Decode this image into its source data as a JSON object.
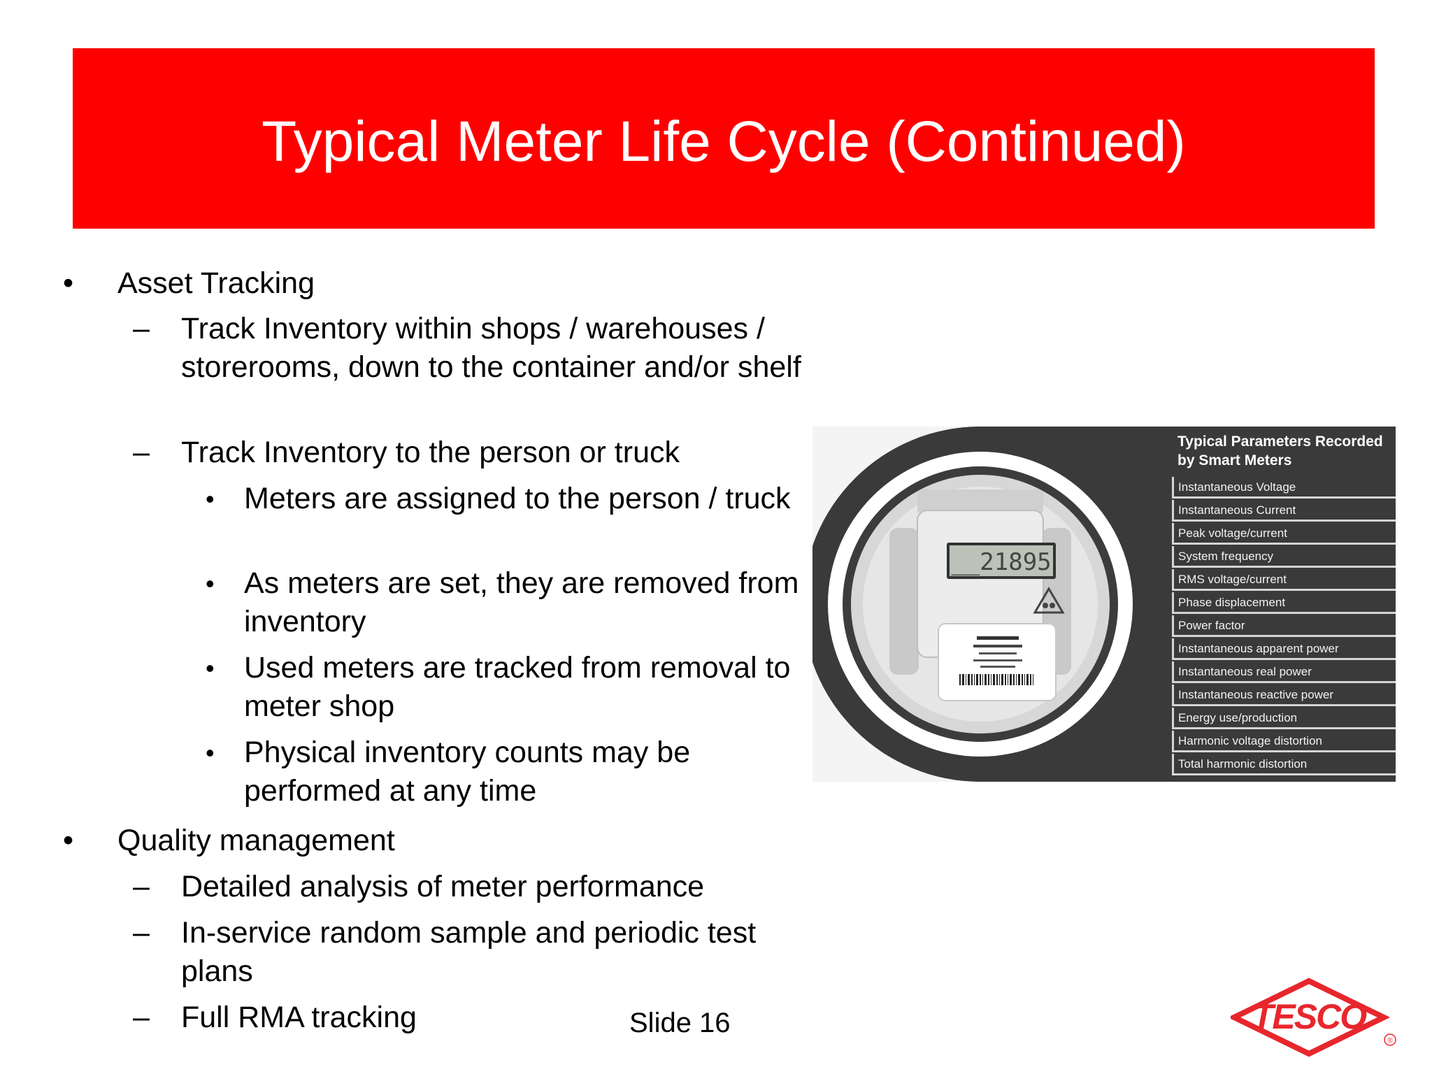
{
  "slide": {
    "title": "Typical Meter Life Cycle (Continued)",
    "slide_number": "Slide 16",
    "outline": [
      {
        "marker": "•",
        "text": "Asset Tracking",
        "level": 1
      },
      {
        "marker": "–",
        "text": "Track Inventory within shops / warehouses / storerooms, down to the container and/or shelf",
        "level": 2
      },
      {
        "marker": "–",
        "text": "Track Inventory to the person or truck",
        "level": 2
      },
      {
        "marker": "•",
        "text": "Meters are assigned to the person / truck",
        "level": 3
      },
      {
        "marker": "•",
        "text": "As meters are set, they are removed from inventory",
        "level": 3
      },
      {
        "marker": "•",
        "text": "Used meters are tracked from removal to meter shop",
        "level": 3
      },
      {
        "marker": "•",
        "text": "Physical inventory counts may be performed at any time",
        "level": 3
      },
      {
        "marker": "•",
        "text": "Quality management",
        "level": 1
      },
      {
        "marker": "–",
        "text": "Detailed analysis of meter performance",
        "level": 2
      },
      {
        "marker": "–",
        "text": "In-service random sample and periodic test plans",
        "level": 2
      },
      {
        "marker": "–",
        "text": "Full RMA tracking",
        "level": 2
      }
    ]
  },
  "meter_figure": {
    "display_reading": "__21895",
    "parameters_heading_line1": "Typical Parameters Recorded",
    "parameters_heading_line2": "by Smart Meters",
    "parameters": [
      "Instantaneous Voltage",
      "Instantaneous Current",
      "Peak voltage/current",
      "System frequency",
      "RMS voltage/current",
      "Phase displacement",
      "Power factor",
      "Instantaneous apparent power",
      "Instantaneous real power",
      "Instantaneous reactive power",
      "Energy use/production",
      "Harmonic voltage distortion",
      "Total harmonic distortion"
    ]
  },
  "logo": {
    "text": "TESCO",
    "registered_mark": "®",
    "color": "#e8262d"
  }
}
